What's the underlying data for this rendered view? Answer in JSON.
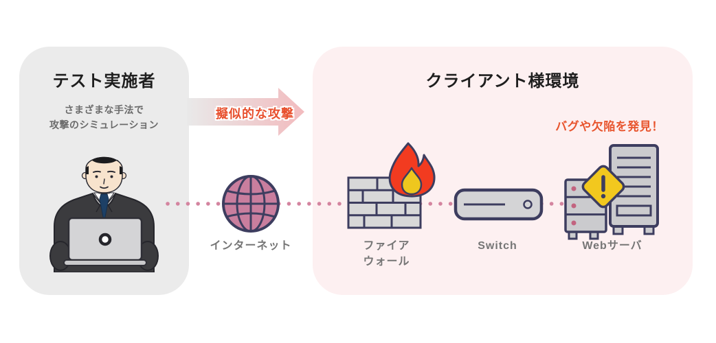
{
  "left_panel": {
    "title": "テスト実施者",
    "subtitle_line1": "さまざまな手法で",
    "subtitle_line2": "攻撃のシミュレーション"
  },
  "arrow": {
    "label": "擬似的な攻撃"
  },
  "right_panel": {
    "title": "クライアント様環境",
    "finding": "バグや欠陥を発見！"
  },
  "nodes": {
    "internet": {
      "label": "インターネット",
      "icon": "globe-icon"
    },
    "firewall": {
      "label_line1": "ファイア",
      "label_line2": "ウォール",
      "icon": "firewall-icon"
    },
    "switch": {
      "label": "Switch",
      "icon": "switch-icon"
    },
    "webserver": {
      "label": "Webサーバ",
      "icon": "web-server-icon"
    }
  },
  "colors": {
    "left_panel_bg": "#ebebeb",
    "right_panel_bg": "#fdf0f1",
    "accent_orange": "#e8502e",
    "outline_navy": "#3d3d5f",
    "globe_pink": "#c97e9e",
    "dotted_line_pink": "#d4849f",
    "flame_red": "#f23b20",
    "flame_yellow": "#eec71e",
    "warning_yellow": "#f2c81e",
    "label_gray": "#757575"
  }
}
